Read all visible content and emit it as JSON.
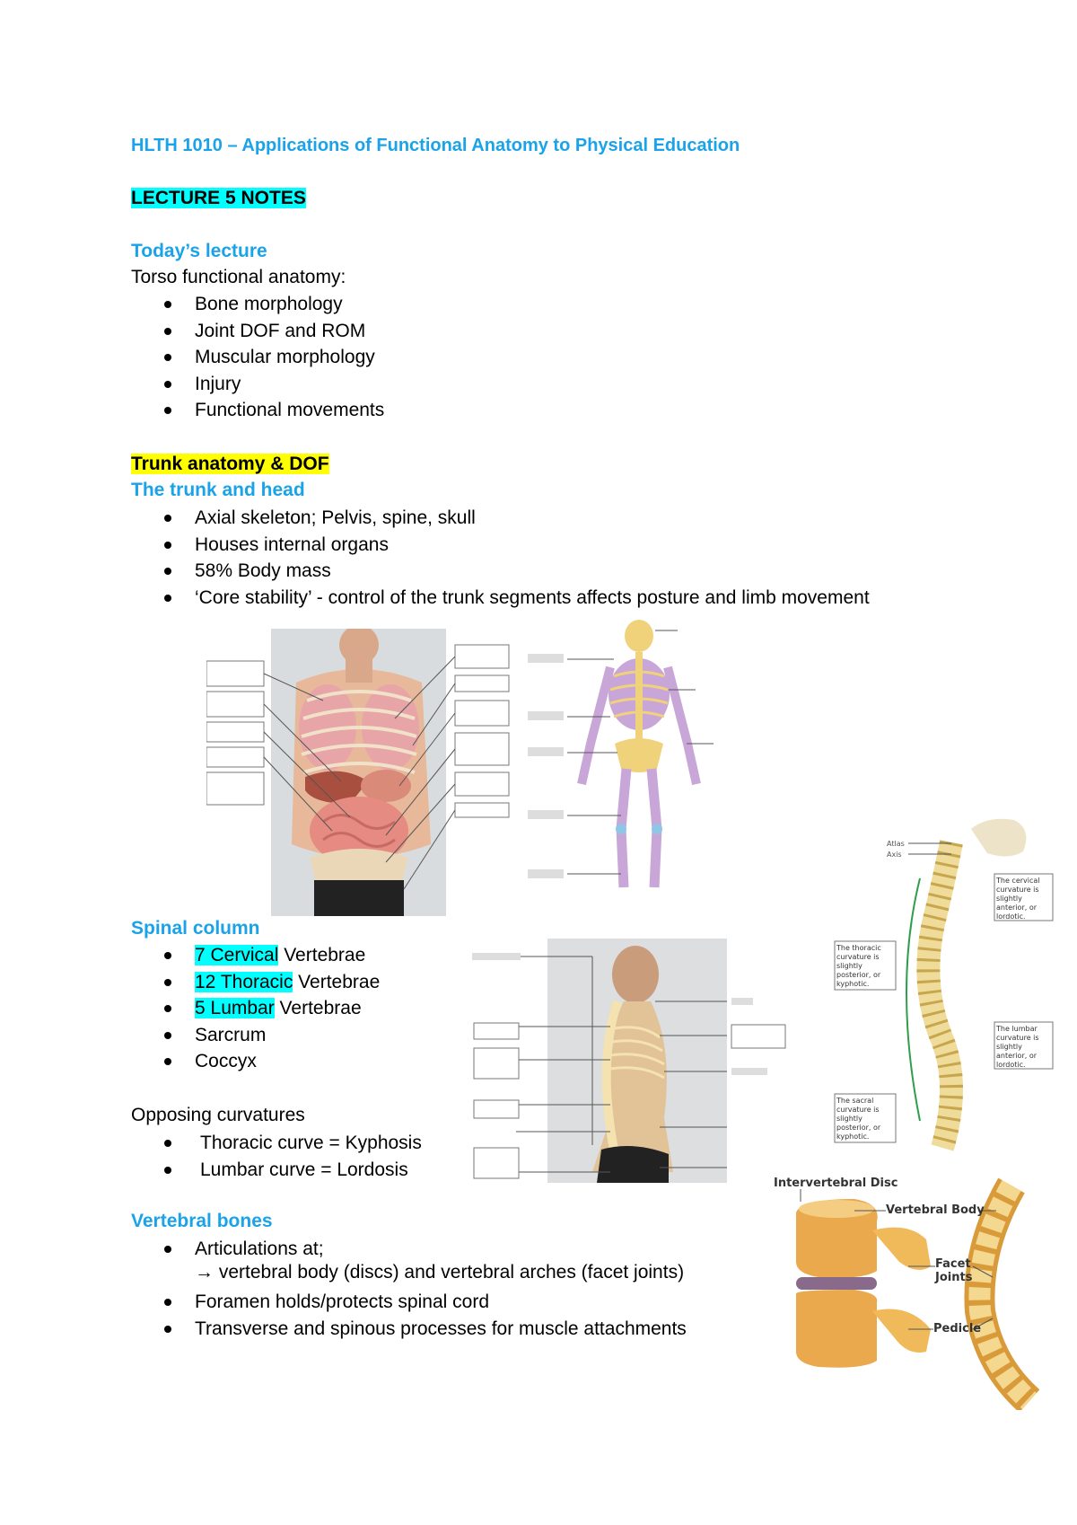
{
  "header": {
    "title": "HLTH 1010 – Applications of Functional Anatomy to Physical Education",
    "lecture": "LECTURE 5 NOTES"
  },
  "todays_lecture": {
    "heading": "Today’s lecture",
    "intro": "Torso functional anatomy:",
    "items": [
      "Bone morphology",
      "Joint DOF and ROM",
      "Muscular morphology",
      "Injury",
      "Functional movements"
    ]
  },
  "trunk": {
    "heading": "Trunk anatomy & DOF",
    "subheading": "The trunk and head",
    "items": [
      "Axial skeleton; Pelvis, spine, skull",
      "Houses internal organs",
      "58% Body mass",
      "‘Core stability’ - control of the trunk segments affects posture and limb movement"
    ]
  },
  "spinal": {
    "heading": "Spinal column",
    "items": [
      {
        "highlight": "7 Cervical",
        "rest": " Vertebrae"
      },
      {
        "highlight": "12 Thoracic",
        "rest": " Vertebrae"
      },
      {
        "highlight": "5 Lumbar",
        "rest": " Vertebrae"
      },
      {
        "highlight": "",
        "rest": "Sarcrum"
      },
      {
        "highlight": "",
        "rest": "Coccyx"
      }
    ],
    "curv_heading": "Opposing curvatures",
    "curv_items": [
      "Thoracic curve = Kyphosis",
      "Lumbar curve = Lordosis"
    ]
  },
  "vertebral": {
    "heading": "Vertebral bones",
    "items": [
      "Articulations at;",
      "Foramen holds/protects spinal cord",
      "Transverse and spinous processes for muscle attachments"
    ],
    "arrow_line": "→   vertebral body (discs) and vertebral arches (facet joints)"
  },
  "figures": {
    "vertebra_labels": {
      "disc": "Intervertebral Disc",
      "body": "Vertebral Body",
      "facet1": "Facet",
      "facet2": "Joints",
      "pedicle": "Pedicle"
    },
    "spine_labels": {
      "atlas": "Atlas",
      "axis": "Axis",
      "cervical": "The cervical curvature is slightly anterior, or lordotic.",
      "thoracic": "The thoracic curvature is slightly posterior, or kyphotic.",
      "lumbar": "The lumbar curvature is slightly anterior, or lordotic.",
      "sacral": "The sacral curvature is slightly posterior, or kyphotic."
    }
  },
  "colors": {
    "heading_blue": "#1aa3e8",
    "highlight_cyan": "#00ffff",
    "highlight_yellow": "#ffff00",
    "bone": "#f0d27a",
    "skeleton_purple": "#c9a6d8"
  }
}
